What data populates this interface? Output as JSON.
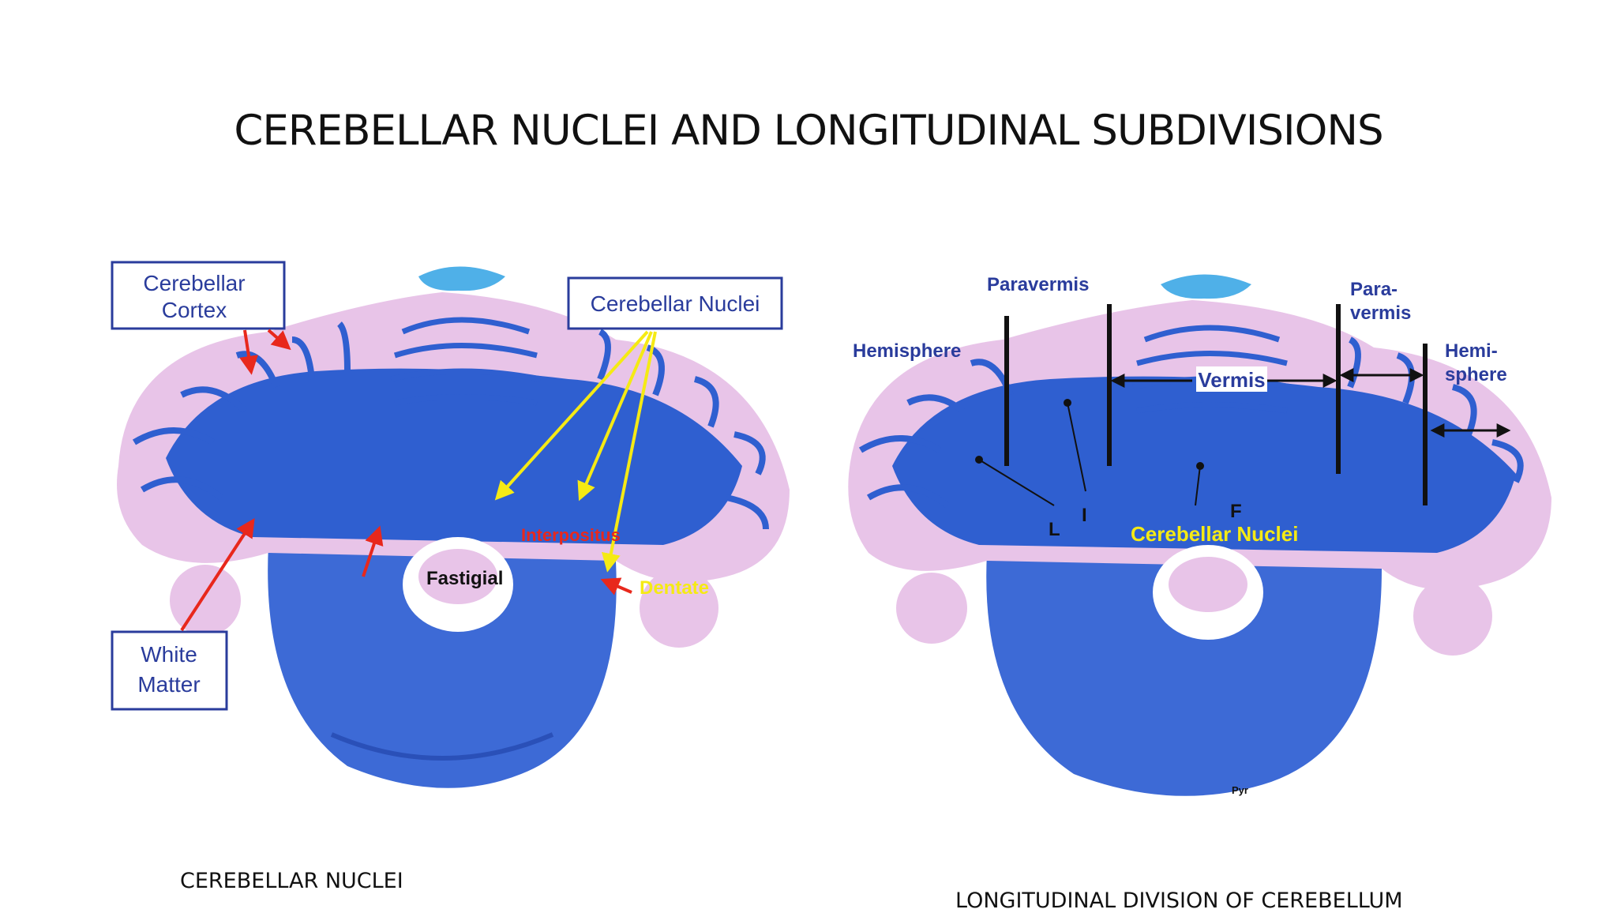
{
  "title": "CEREBELLAR NUCLEI AND LONGITUDINAL SUBDIVISIONS",
  "left_figure": {
    "labels": {
      "cortex_line1": "Cerebellar",
      "cortex_line2": "Cortex",
      "nuclei": "Cerebellar Nuclei",
      "white_line1": "White",
      "white_line2": "Matter",
      "fastigial": "Fastigial",
      "interpositus": "Interpositus",
      "dentate": "Dentate"
    },
    "caption": "CEREBELLAR NUCLEI"
  },
  "right_figure": {
    "labels": {
      "paravermis": "Paravermis",
      "para_line1": "Para-",
      "para_line2": "vermis",
      "hemisphere": "Hemisphere",
      "hemi_line1": "Hemi-",
      "hemi_line2": "sphere",
      "vermis": "Vermis",
      "L": "L",
      "I": "I",
      "F": "F",
      "nuclei": "Cerebellar Nuclei",
      "pyr": "Pyr"
    },
    "caption": "LONGITUDINAL DIVISION OF CEREBELLUM"
  },
  "colors": {
    "stain_blue": "#2f5fd0",
    "deep_blue": "#1f3fb8",
    "cortex_pink": "#e8c4e8",
    "label_blue": "#2a3c9c",
    "arrow_red": "#e8281c",
    "arrow_yellow": "#f5ea14"
  }
}
